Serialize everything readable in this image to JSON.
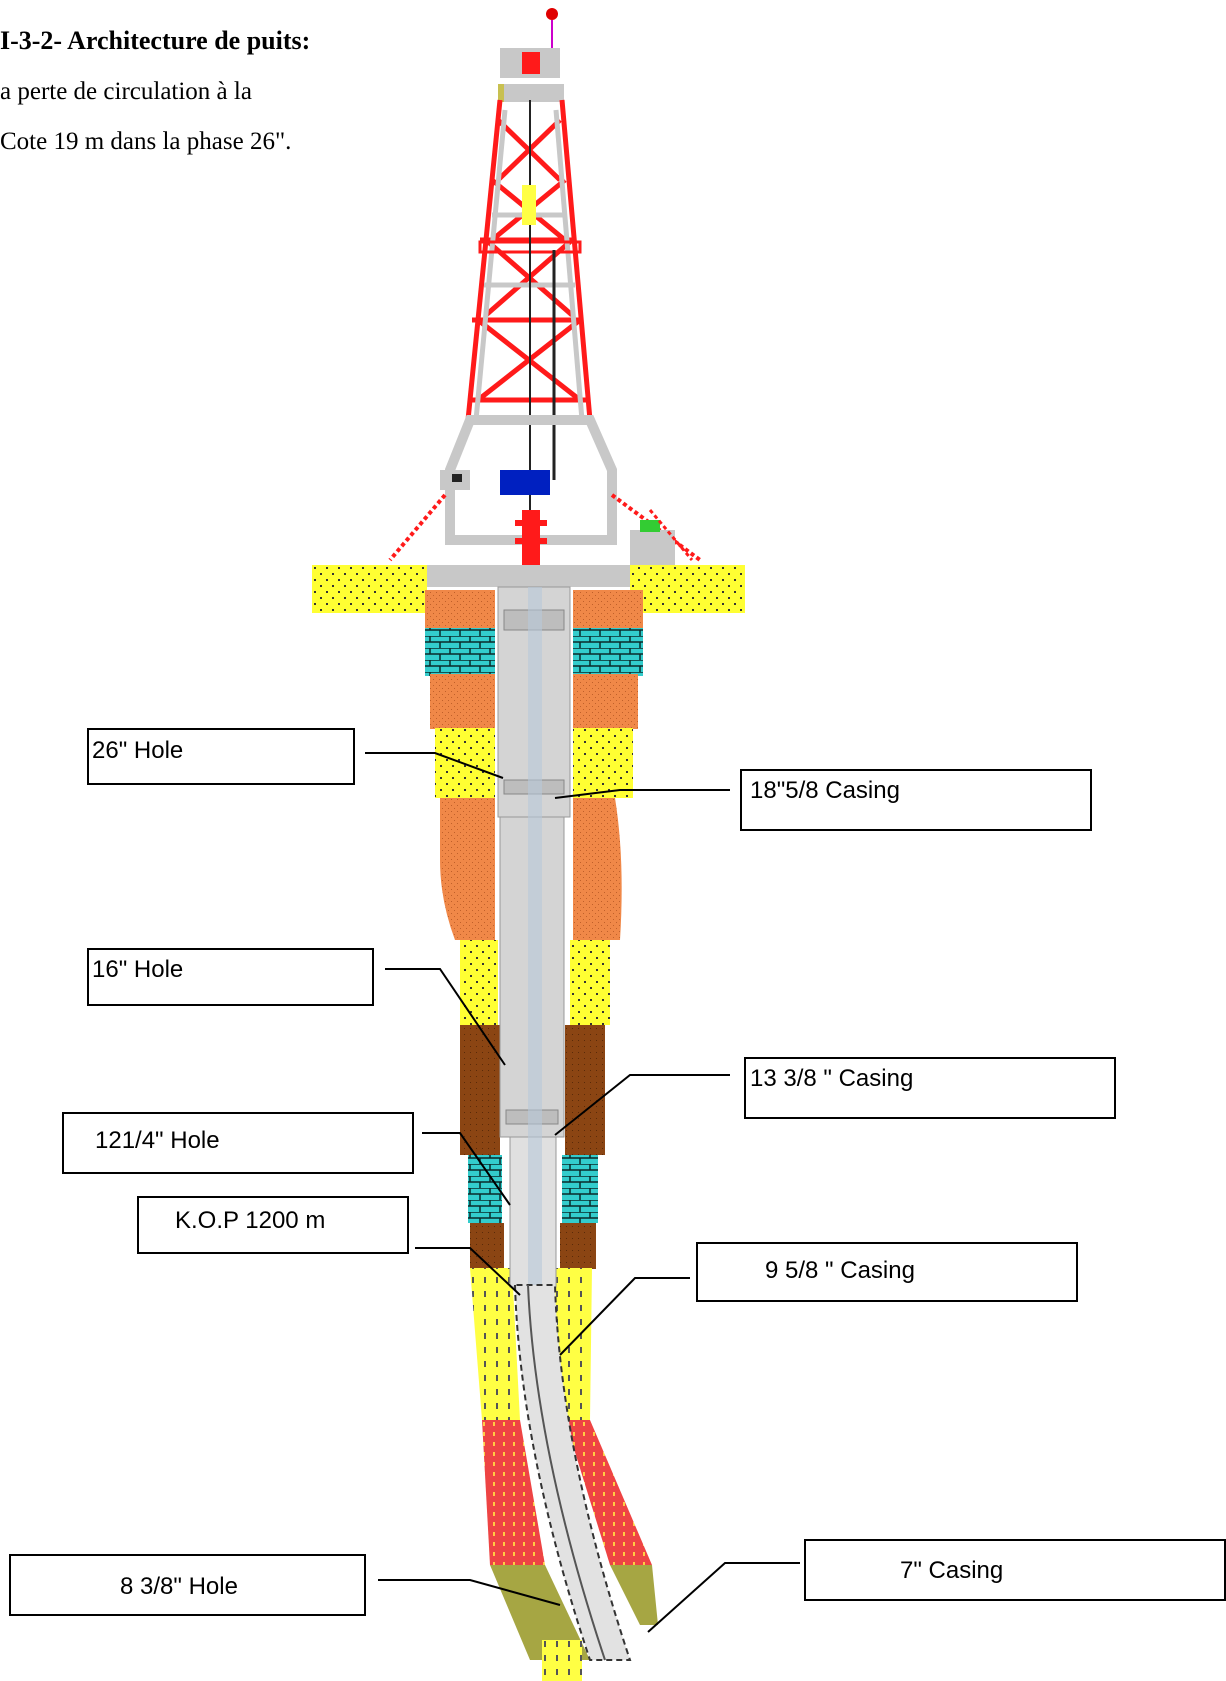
{
  "heading": "I-3-2- Architecture de puits:",
  "text_line1": "a perte de circulation à la",
  "text_line2": "Cote 19 m dans la phase 26\".",
  "labels": {
    "hole_26": "26\" Hole",
    "casing_18": "18\"5/8 Casing",
    "hole_16": "16\" Hole",
    "casing_13": "13 3/8 \" Casing",
    "hole_12": "121/4\"  Hole",
    "kop": "K.O.P 1200 m",
    "casing_9": "9 5/8 \" Casing",
    "hole_8": "8 3/8\"  Hole",
    "casing_7": "7\" Casing"
  },
  "colors": {
    "derrick_red": "#ff1a1a",
    "derrick_grey": "#c8c8c8",
    "sand_yellow": "#ffff33",
    "limestone_cyan": "#33cccc",
    "clay_orange": "#f08848",
    "shale_brown": "#8b4513",
    "red_zone": "#ee4444",
    "olive_zone": "#a6a643"
  }
}
